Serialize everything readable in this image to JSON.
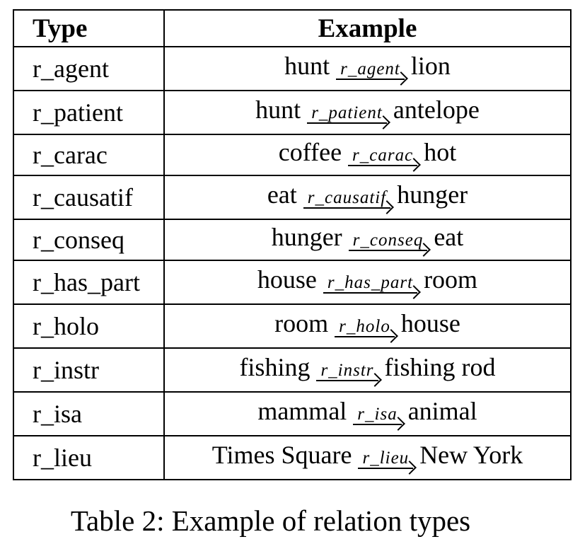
{
  "table": {
    "headers": [
      "Type",
      "Example"
    ],
    "rows": [
      {
        "type": "r_agent",
        "source": "hunt",
        "relation": "r_agent",
        "target": "lion"
      },
      {
        "type": "r_patient",
        "source": "hunt",
        "relation": "r_patient",
        "target": "antelope"
      },
      {
        "type": "r_carac",
        "source": "coffee",
        "relation": "r_carac",
        "target": "hot"
      },
      {
        "type": "r_causatif",
        "source": "eat",
        "relation": "r_causatif",
        "target": "hunger"
      },
      {
        "type": "r_conseq",
        "source": "hunger",
        "relation": "r_conseq",
        "target": "eat"
      },
      {
        "type": "r_has_part",
        "source": "house",
        "relation": "r_has_part",
        "target": "room"
      },
      {
        "type": "r_holo",
        "source": "room",
        "relation": "r_holo",
        "target": "house"
      },
      {
        "type": "r_instr",
        "source": "fishing",
        "relation": "r_instr",
        "target": "fishing rod"
      },
      {
        "type": "r_isa",
        "source": "mammal",
        "relation": "r_isa",
        "target": "animal"
      },
      {
        "type": "r_lieu",
        "source": "Times Square",
        "relation": "r_lieu",
        "target": "New York"
      }
    ]
  },
  "caption": "Table 2: Example of relation types"
}
